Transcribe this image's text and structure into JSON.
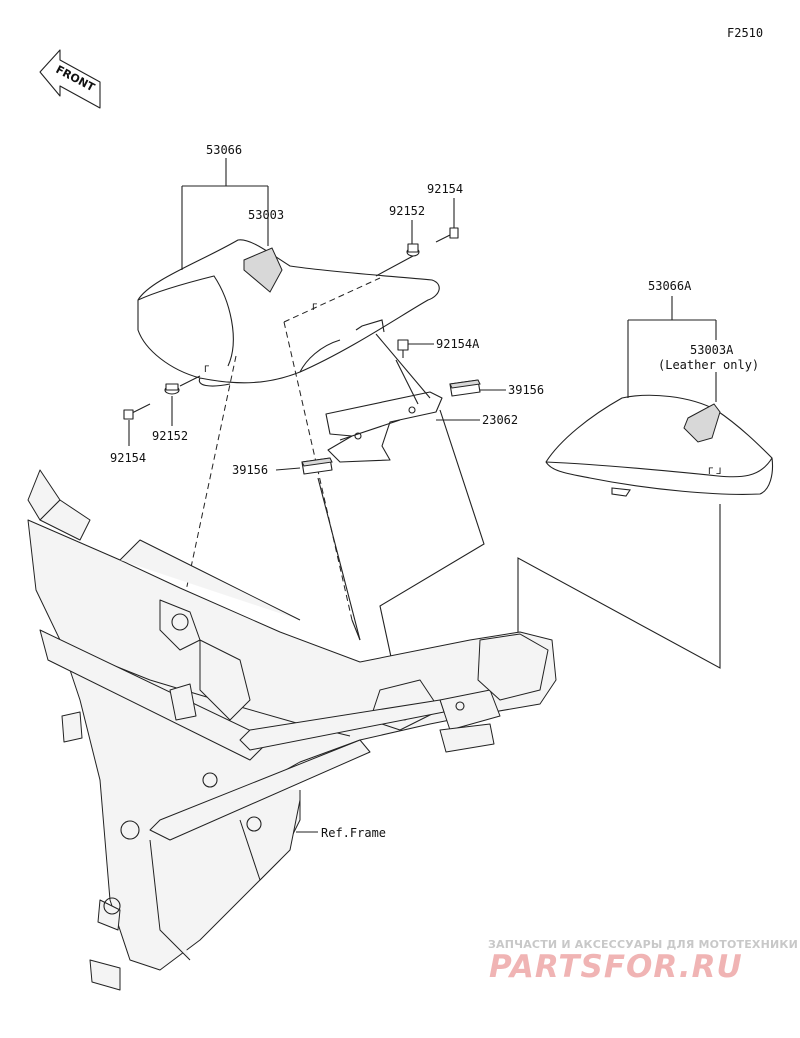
{
  "figure_code": "F2510",
  "front_indicator": "FRONT",
  "parts": {
    "seat_assembly": "53066",
    "seat_cover": "53003",
    "collar_right": "92152",
    "bolt_right": "92154",
    "bolt_lock": "92154A",
    "damper_right": "39156",
    "bracket": "23062",
    "damper_left": "39156",
    "collar_left": "92152",
    "bolt_left": "92154",
    "pillion_assembly": "53066A",
    "pillion_cover": "53003A"
  },
  "notes": {
    "pillion_cover": "(Leather only)",
    "frame_ref": "Ref.Frame"
  },
  "watermark": {
    "tagline": "ЗАПЧАСТИ И АКСЕССУАРЫ ДЛЯ МОТОТЕХНИКИ",
    "brand": "PARTSFOR.RU"
  },
  "colors": {
    "line": "#222222",
    "watermark_brand": "#f0b4b4",
    "watermark_tagline": "#c8c8c8"
  }
}
